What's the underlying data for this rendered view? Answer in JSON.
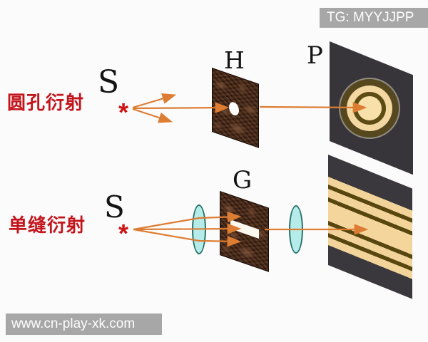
{
  "watermarks": {
    "telegram": "TG: MYYJJPP",
    "website": "www.cn-play-xk.com"
  },
  "experiment_hole": {
    "title": "圆孔衍射",
    "source_label": "S",
    "source_marker": "*",
    "aperture_label": "H",
    "screen_label": "P"
  },
  "experiment_slit": {
    "title": "单缝衍射",
    "source_label": "S",
    "source_marker": "*",
    "aperture_label": "G"
  },
  "colors": {
    "background": "#fbfbfb",
    "ray_orange": "#dd7d33",
    "title_red": "#c3151c",
    "star_red": "#cc1414",
    "plate_brown": "#3a2013",
    "screen_dark": "#37353a",
    "pattern_tan": "#f2d49a",
    "pattern_olive": "#57460e",
    "ring_rim_gray": "#8f8d82",
    "lens_fill": "#b5ebe8",
    "lens_stroke": "#27716a",
    "watermark_gray": "#a7a7a7"
  }
}
